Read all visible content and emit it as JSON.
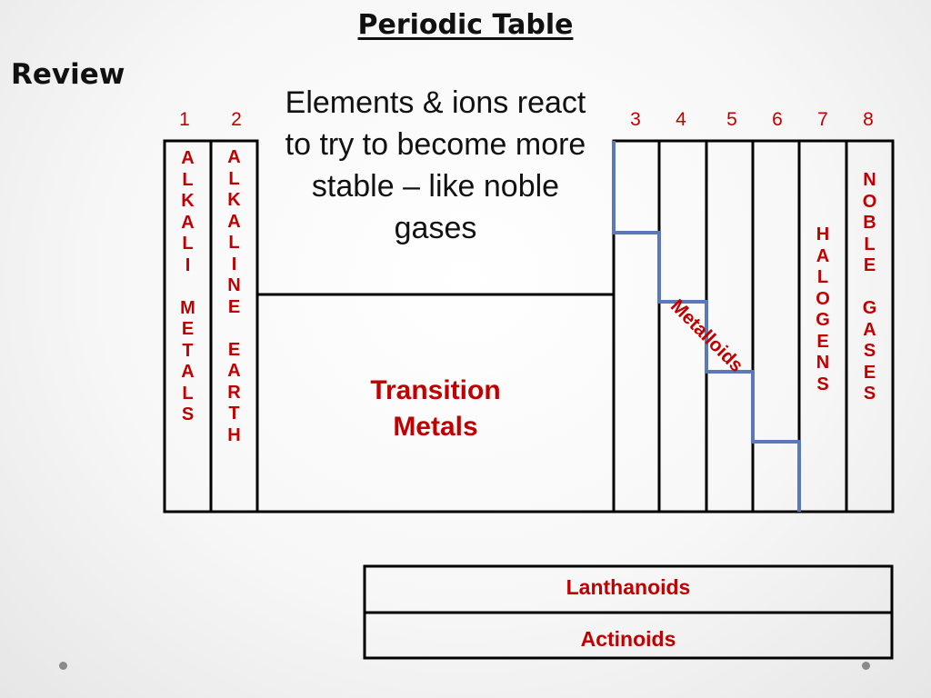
{
  "slide": {
    "title": "Periodic Table",
    "subtitle": "Review",
    "note": "Elements & ions react to try to become more stable – like noble gases"
  },
  "groups": [
    "1",
    "2",
    "3",
    "4",
    "5",
    "6",
    "7",
    "8"
  ],
  "labels": {
    "alkali": "A\nL\nK\nA\nL\nI\n\nM\nE\nT\nA\nL\nS",
    "alkaline": "A\nL\nK\nA\nL\nI\nN\nE\n\nE\nA\nR\nT\nH",
    "transition": "Transition\nMetals",
    "metalloids": "Metalloids",
    "halogens": "H\nA\nL\nO\nG\nE\nN\nS",
    "noble": "N\nO\nB\nL\nE\n\nG\nA\nS\nE\nS",
    "lanthanoids": "Lanthanoids",
    "actinoids": "Actinoids"
  },
  "colors": {
    "label_red": "#c00000",
    "staircase_blue": "#5b79b8",
    "line_black": "#000000"
  }
}
